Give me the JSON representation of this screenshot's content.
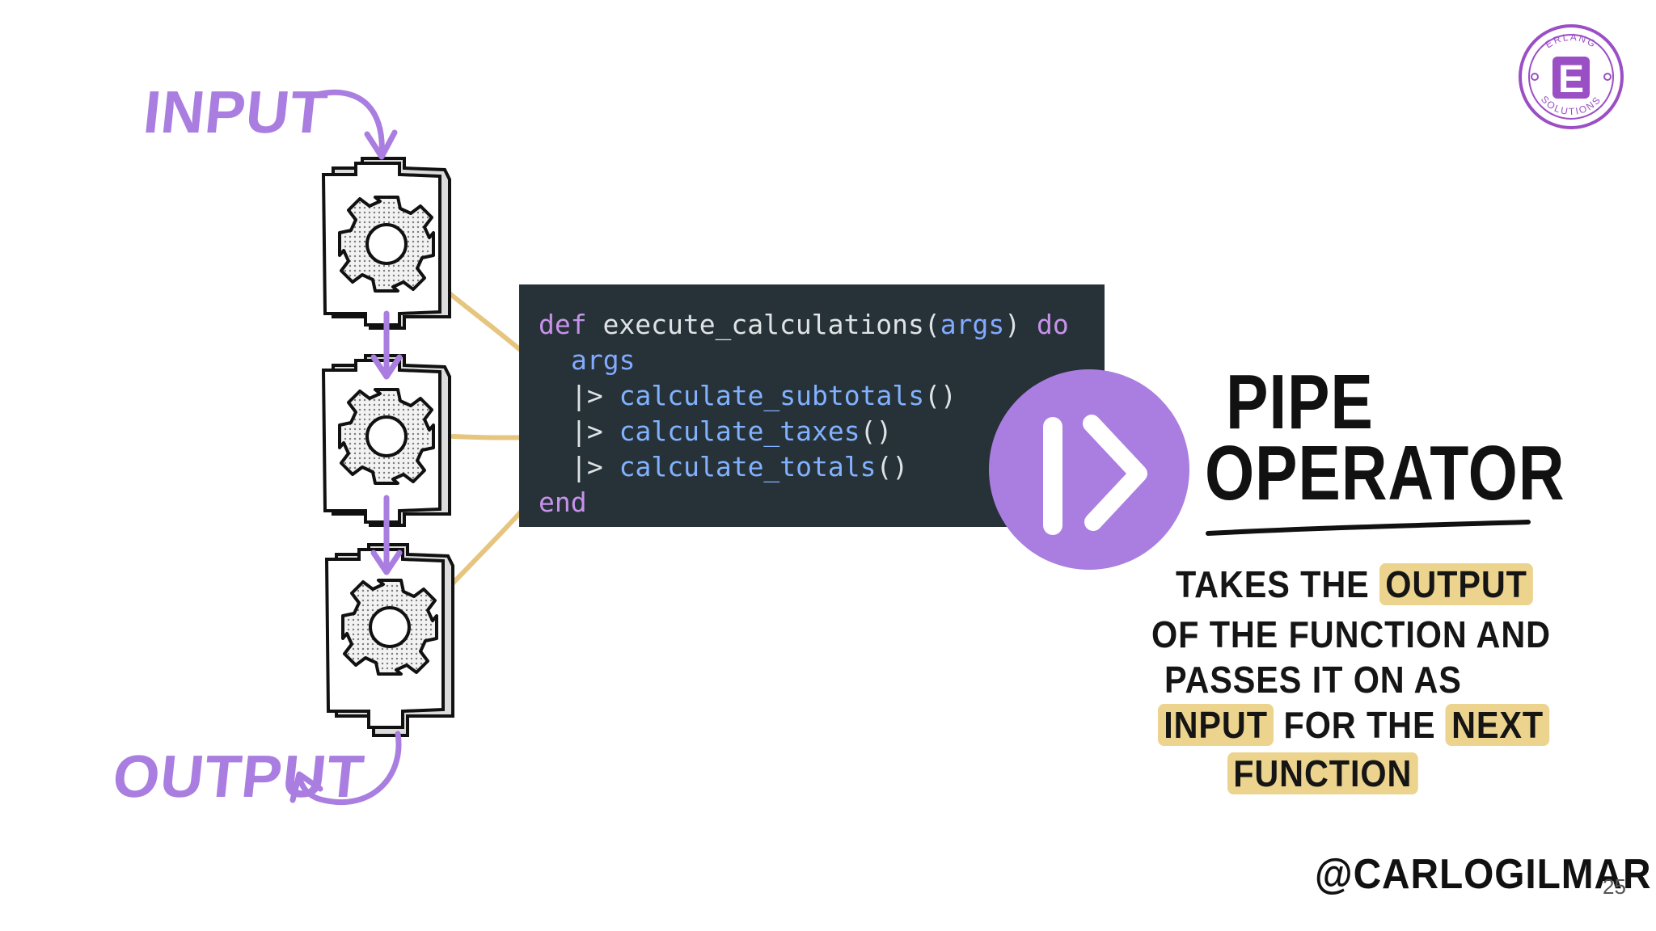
{
  "slide": {
    "input_label": "INPUT",
    "output_label": "OUTPUT",
    "code": {
      "line1": {
        "kw_def": "def",
        "name": "execute_calculations",
        "open": "(",
        "arg": "args",
        "close": ")",
        "kw_do": "do"
      },
      "line2": {
        "arg": "args"
      },
      "pipe_calls": [
        {
          "op": "|>",
          "call": "calculate_subtotals",
          "parens": "()"
        },
        {
          "op": "|>",
          "call": "calculate_taxes",
          "parens": "()"
        },
        {
          "op": "|>",
          "call": "calculate_totals",
          "parens": "()"
        }
      ],
      "end": "end"
    },
    "title_line1": "PIPE",
    "title_line2": "OPERATOR",
    "description": {
      "line1_a": "TAKES THE",
      "line1_hl": "OUTPUT",
      "line2": "OF THE FUNCTION AND",
      "line3": "PASSES IT ON AS",
      "line4_hl1": "INPUT",
      "line4_b": "FOR THE",
      "line4_hl2": "NEXT",
      "line5_hl": "FUNCTION"
    },
    "handle": "@CARLOGILMAR",
    "slide_number": "25",
    "logo": {
      "ring_text_top": "ERLANG",
      "ring_text_bottom": "SOLUTIONS",
      "letter": "E"
    },
    "icons": [
      "gear-icon",
      "gear-icon",
      "gear-icon",
      "pipe-play-icon",
      "erlang-solutions-logo"
    ],
    "colors": {
      "purple": "#a97ee0",
      "code_bg": "#263238",
      "highlight": "#ecd48e",
      "connector": "#e6c57f"
    }
  }
}
